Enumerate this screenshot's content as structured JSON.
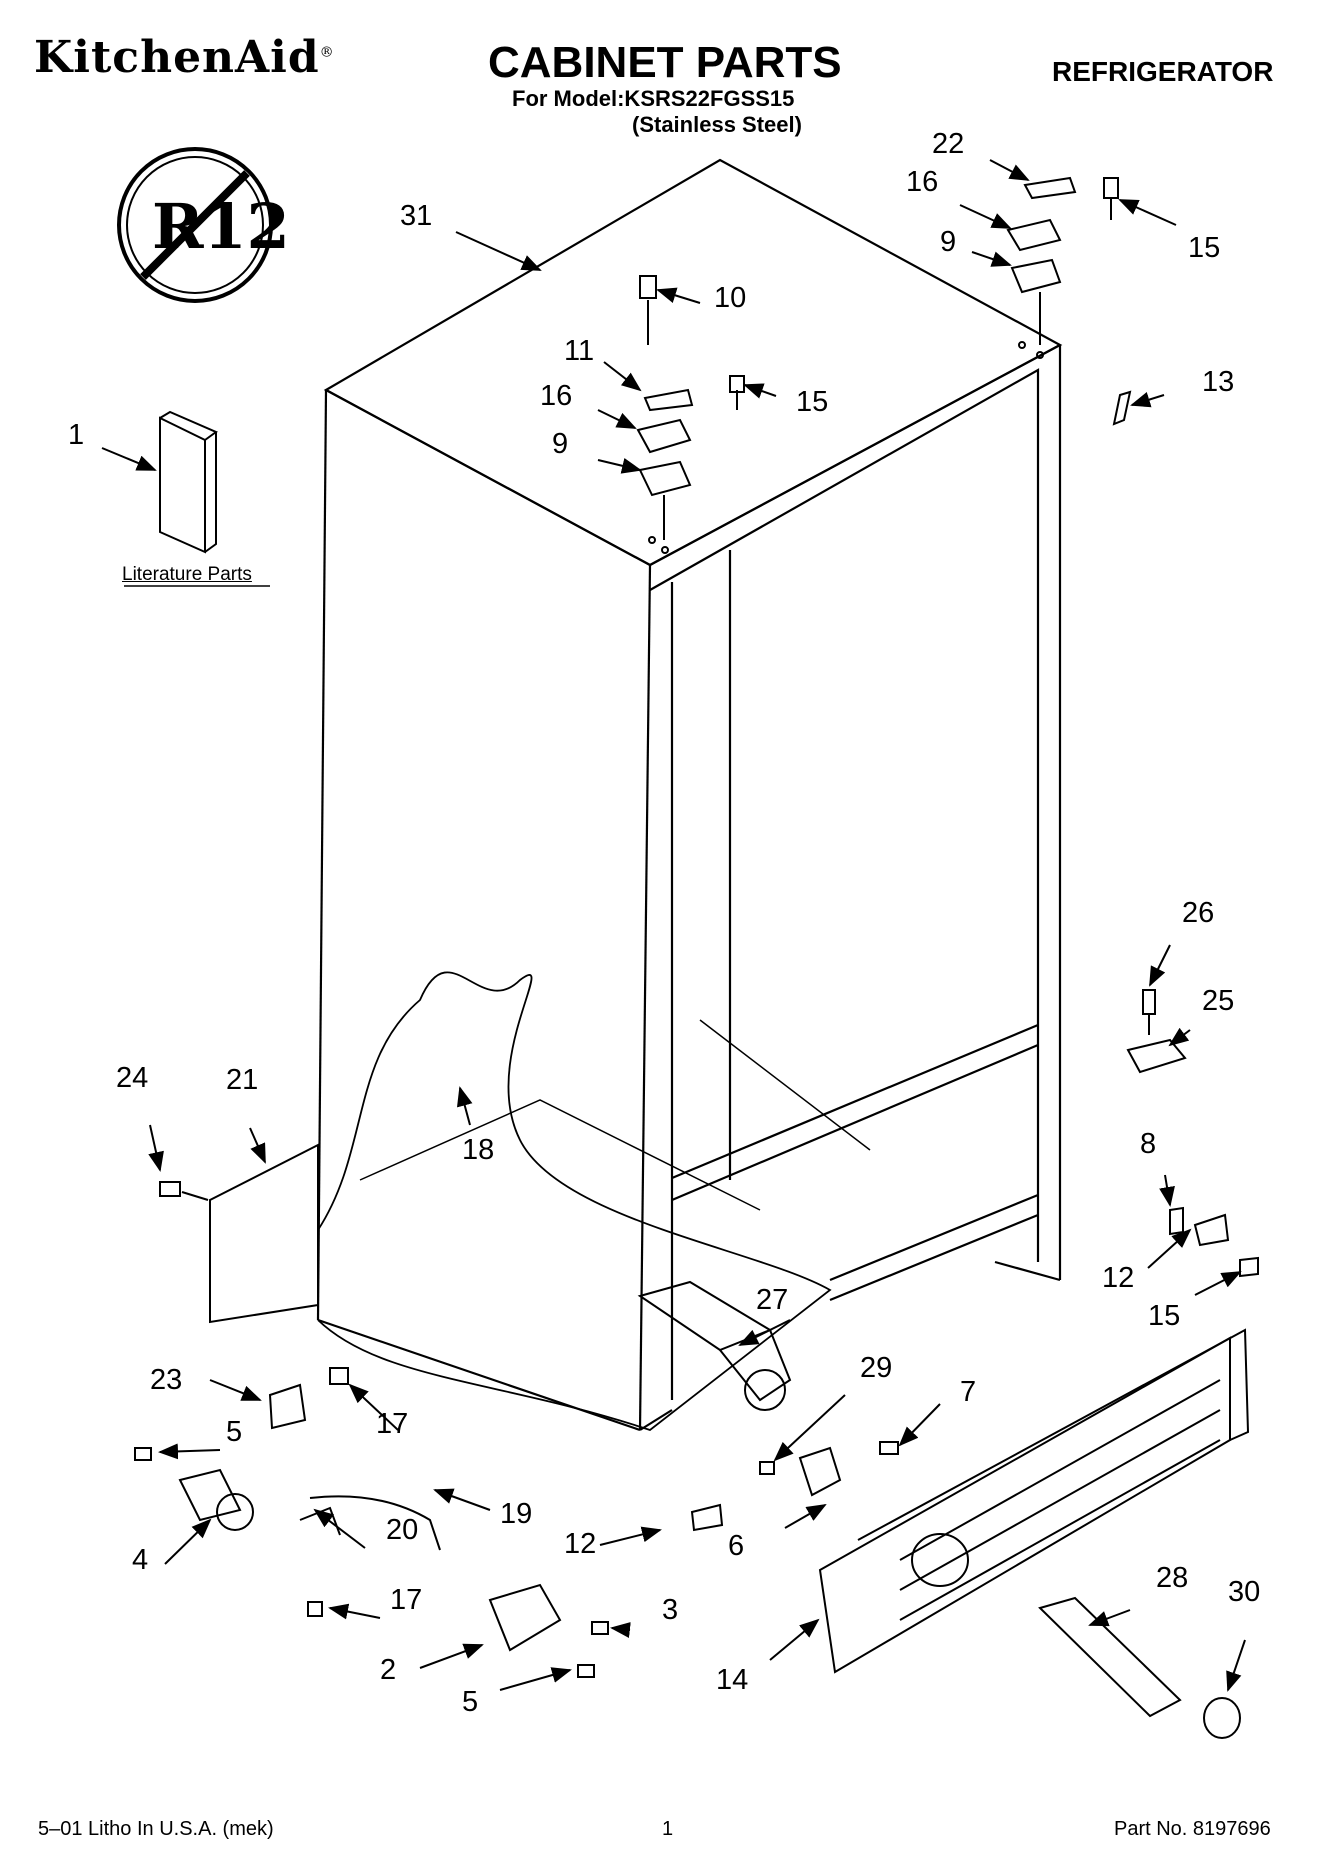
{
  "header": {
    "brand": "KitchenAid",
    "title": "CABINET PARTS",
    "model_line": "For Model:KSRS22FGSS15",
    "finish_line": "(Stainless Steel)",
    "appliance": "REFRIGERATOR"
  },
  "badge": {
    "text": "R12"
  },
  "literature_label": "Literature Parts",
  "callouts": [
    {
      "id": "c31",
      "text": "31"
    },
    {
      "id": "c22",
      "text": "22"
    },
    {
      "id": "c16a",
      "text": "16"
    },
    {
      "id": "c15a",
      "text": "15"
    },
    {
      "id": "c9a",
      "text": "9"
    },
    {
      "id": "c10",
      "text": "10"
    },
    {
      "id": "c11",
      "text": "11"
    },
    {
      "id": "c16b",
      "text": "16"
    },
    {
      "id": "c15b",
      "text": "15"
    },
    {
      "id": "c9b",
      "text": "9"
    },
    {
      "id": "c13",
      "text": "13"
    },
    {
      "id": "c1",
      "text": "1"
    },
    {
      "id": "c26",
      "text": "26"
    },
    {
      "id": "c25",
      "text": "25"
    },
    {
      "id": "c24",
      "text": "24"
    },
    {
      "id": "c21",
      "text": "21"
    },
    {
      "id": "c18",
      "text": "18"
    },
    {
      "id": "c8",
      "text": "8"
    },
    {
      "id": "c12a",
      "text": "12"
    },
    {
      "id": "c15c",
      "text": "15"
    },
    {
      "id": "c27",
      "text": "27"
    },
    {
      "id": "c29",
      "text": "29"
    },
    {
      "id": "c7",
      "text": "7"
    },
    {
      "id": "c23",
      "text": "23"
    },
    {
      "id": "c5a",
      "text": "5"
    },
    {
      "id": "c17a",
      "text": "17"
    },
    {
      "id": "c19",
      "text": "19"
    },
    {
      "id": "c20",
      "text": "20"
    },
    {
      "id": "c4",
      "text": "4"
    },
    {
      "id": "c12b",
      "text": "12"
    },
    {
      "id": "c6",
      "text": "6"
    },
    {
      "id": "c17b",
      "text": "17"
    },
    {
      "id": "c3",
      "text": "3"
    },
    {
      "id": "c2",
      "text": "2"
    },
    {
      "id": "c5b",
      "text": "5"
    },
    {
      "id": "c28",
      "text": "28"
    },
    {
      "id": "c30",
      "text": "30"
    },
    {
      "id": "c14",
      "text": "14"
    }
  ],
  "footer": {
    "litho": "5–01 Litho In U.S.A. (mek)",
    "page": "1",
    "part_no": "Part No. 8197696"
  }
}
